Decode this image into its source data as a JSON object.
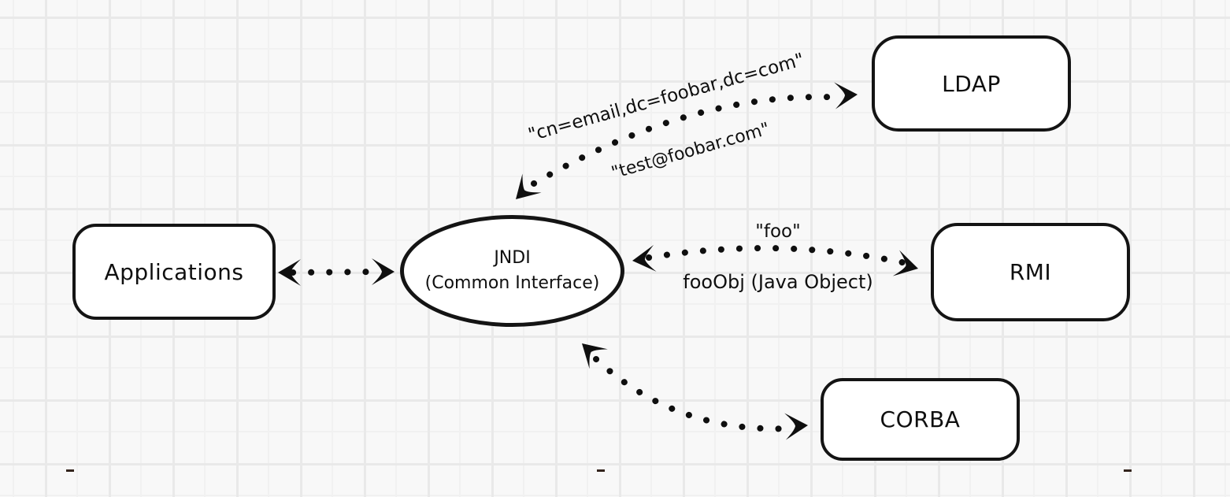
{
  "diagram": {
    "nodes": {
      "applications": {
        "label": "Applications",
        "shape": "rounded-rectangle"
      },
      "jndi": {
        "title": "JNDI",
        "subtitle": "(Common Interface)",
        "shape": "ellipse"
      },
      "ldap": {
        "label": "LDAP",
        "shape": "rounded-rectangle"
      },
      "rmi": {
        "label": "RMI",
        "shape": "rounded-rectangle"
      },
      "corba": {
        "label": "CORBA",
        "shape": "rounded-rectangle"
      }
    },
    "edges": [
      {
        "from": "Applications",
        "to": "JNDI (Common Interface)",
        "line_style": "dotted",
        "arrows": "both",
        "labels": []
      },
      {
        "from": "JNDI (Common Interface)",
        "to": "LDAP",
        "line_style": "dotted",
        "arrows": "both",
        "labels": [
          "\"cn=email,dc=foobar,dc=com\"",
          "\"test@foobar.com\""
        ]
      },
      {
        "from": "JNDI (Common Interface)",
        "to": "RMI",
        "line_style": "dotted",
        "arrows": "both",
        "labels": [
          "\"foo\"",
          "fooObj (Java Object)"
        ]
      },
      {
        "from": "JNDI (Common Interface)",
        "to": "CORBA",
        "line_style": "dotted",
        "arrows": "both",
        "labels": []
      }
    ],
    "colors": {
      "stroke": "#0f0f0f",
      "node_fill": "#ffffff",
      "background": "#f8f8f8",
      "grid_major": "#e9e9e9",
      "grid_minor": "#f1f1f1"
    }
  }
}
